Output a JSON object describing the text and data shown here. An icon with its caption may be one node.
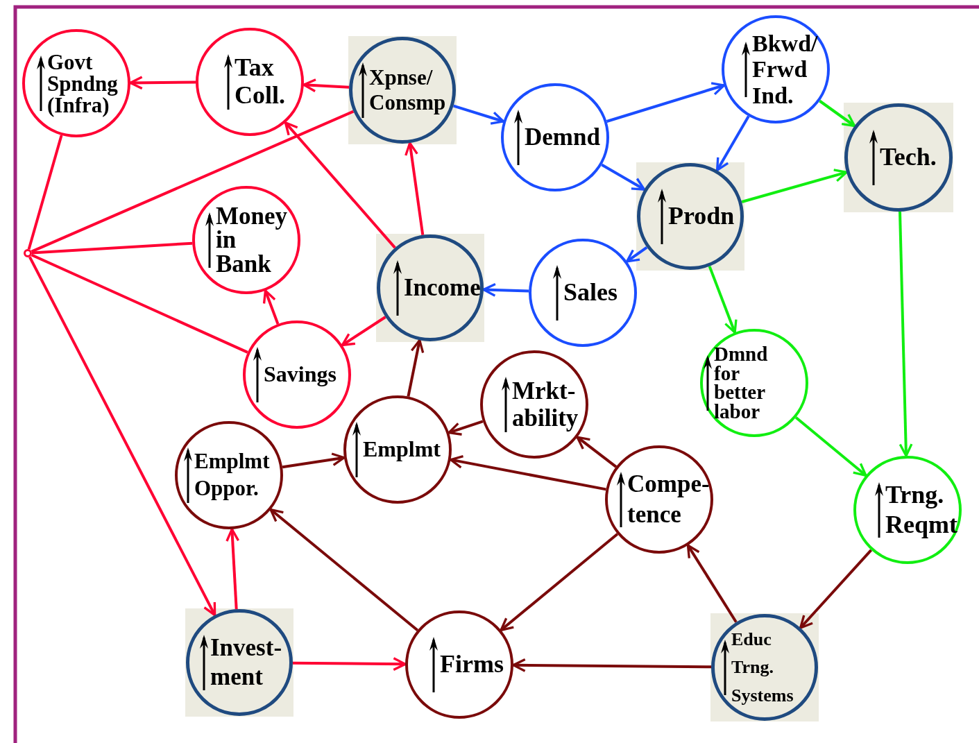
{
  "diagram": {
    "nodes": [
      {
        "text": [
          "Govt Spndng (Infra)"
        ]
      },
      {
        "text": [
          "Tax Coll."
        ]
      },
      {
        "text": [
          "Xpnse/ Consmp"
        ]
      },
      {
        "text": [
          "Demnd"
        ]
      },
      {
        "text": [
          "Bkwd/ Frwd Ind."
        ]
      },
      {
        "text": [
          "Tech."
        ]
      },
      {
        "text": [
          "Prodn"
        ]
      },
      {
        "text": [
          "Money in Bank"
        ]
      },
      {
        "text": [
          "Income"
        ]
      },
      {
        "text": [
          "Sales"
        ]
      },
      {
        "text": [],
        "shape": "circle"
      },
      {
        "text": [
          "Savings"
        ]
      },
      {
        "text": [
          "Dmnd for better labor"
        ]
      },
      {
        "text": [
          "Mrkt- ability"
        ]
      },
      {
        "text": [
          "Emplmt Oppor."
        ]
      },
      {
        "text": [
          "Emplmt"
        ]
      },
      {
        "text": [
          "Compe- tence"
        ]
      },
      {
        "text": [
          "Trng. Reqmt"
        ]
      },
      {
        "text": [
          "Invest- ment"
        ]
      },
      {
        "text": [
          "Firms"
        ]
      },
      {
        "text": [
          "Educ Trng. Systems"
        ]
      }
    ],
    "edges": [
      {
        "from": 1,
        "to": 0,
        "arrow": "to"
      },
      {
        "from": 2,
        "to": 1,
        "arrow": "to"
      },
      {
        "from": 8,
        "to": 1,
        "arrow": "to"
      },
      {
        "from": 8,
        "to": 2,
        "arrow": "to"
      },
      {
        "from": 2,
        "to": 10,
        "arrow": "none"
      },
      {
        "from": 0,
        "to": 10,
        "arrow": "none"
      },
      {
        "from": 7,
        "to": 10,
        "arrow": "none"
      },
      {
        "from": 11,
        "to": 10,
        "arrow": "none"
      },
      {
        "from": 10,
        "to": 18,
        "arrow": "to"
      },
      {
        "from": 11,
        "to": 7,
        "arrow": "to"
      },
      {
        "from": 8,
        "to": 11,
        "arrow": "to"
      },
      {
        "from": 18,
        "to": 14,
        "arrow": "to"
      },
      {
        "from": 18,
        "to": 19,
        "arrow": "to"
      },
      {
        "from": 2,
        "to": 3,
        "arrow": "to",
        "color": "#1a4dff"
      },
      {
        "from": 3,
        "to": 4,
        "arrow": "to",
        "color": "#1a4dff"
      },
      {
        "from": 3,
        "to": 6,
        "arrow": "to",
        "color": "#1a4dff"
      },
      {
        "from": 4,
        "to": 6,
        "arrow": "to",
        "color": "#1a4dff"
      },
      {
        "from": 6,
        "to": 9,
        "arrow": "to",
        "color": "#1a4dff"
      },
      {
        "from": 9,
        "to": 8,
        "arrow": "to",
        "color": "#1a4dff"
      },
      {
        "from": 4,
        "to": 5,
        "arrow": "to",
        "color": "#11ee11"
      },
      {
        "from": 6,
        "to": 5,
        "arrow": "to",
        "color": "#11ee11"
      },
      {
        "from": 6,
        "to": 12,
        "arrow": "to",
        "color": "#11ee11"
      },
      {
        "from": 5,
        "to": 17,
        "arrow": "to",
        "color": "#11ee11"
      },
      {
        "from": 12,
        "to": 17,
        "arrow": "to",
        "color": "#11ee11"
      },
      {
        "from": 15,
        "to": 8,
        "arrow": "to",
        "color": "#7a0a0a"
      },
      {
        "from": 13,
        "to": 15,
        "arrow": "to",
        "color": "#7a0a0a"
      },
      {
        "from": 14,
        "to": 15,
        "arrow": "to",
        "color": "#7a0a0a"
      },
      {
        "from": 16,
        "to": 15,
        "arrow": "to",
        "color": "#7a0a0a"
      },
      {
        "from": 16,
        "to": 13,
        "arrow": "to",
        "color": "#7a0a0a"
      },
      {
        "from": 16,
        "to": 19,
        "arrow": "to",
        "color": "#7a0a0a"
      },
      {
        "from": 19,
        "to": 14,
        "arrow": "to",
        "color": "#7a0a0a"
      },
      {
        "from": 20,
        "to": 19,
        "arrow": "to",
        "color": "#7a0a0a"
      },
      {
        "from": 20,
        "to": 16,
        "arrow": "to",
        "color": "#7a0a0a"
      },
      {
        "from": 17,
        "to": 20,
        "arrow": "to",
        "color": "#7a0a0a"
      }
    ]
  }
}
